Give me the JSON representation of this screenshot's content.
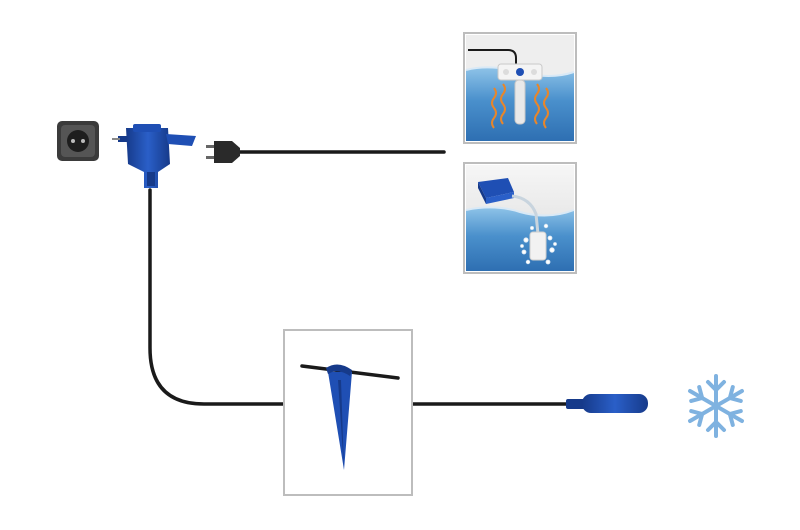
{
  "diagram": {
    "components": [
      {
        "id": "wall-socket",
        "icon": "power-outlet-icon"
      },
      {
        "id": "power-adapter",
        "icon": "power-adapter-icon"
      },
      {
        "id": "plug",
        "icon": "power-plug-icon"
      },
      {
        "id": "heater-panel",
        "icon": "pond-heater-icon"
      },
      {
        "id": "pump-panel",
        "icon": "air-pump-icon"
      },
      {
        "id": "stake-panel",
        "icon": "ground-stake-icon"
      },
      {
        "id": "sensor",
        "icon": "temperature-sensor-icon"
      },
      {
        "id": "frost",
        "icon": "snowflake-icon"
      }
    ],
    "connections": [
      {
        "from": "power-adapter",
        "to": "stake-panel"
      },
      {
        "from": "stake-panel",
        "to": "sensor"
      },
      {
        "from": "plug",
        "to": "heater-panel"
      }
    ]
  },
  "colors": {
    "device_blue": "#1f4fb4",
    "water_blue": "#3d86c6",
    "heat_waves": "#e8862a",
    "snowflake": "#7fb2e0",
    "cable": "#1a1a1a",
    "frame": "#bdbdbd"
  }
}
